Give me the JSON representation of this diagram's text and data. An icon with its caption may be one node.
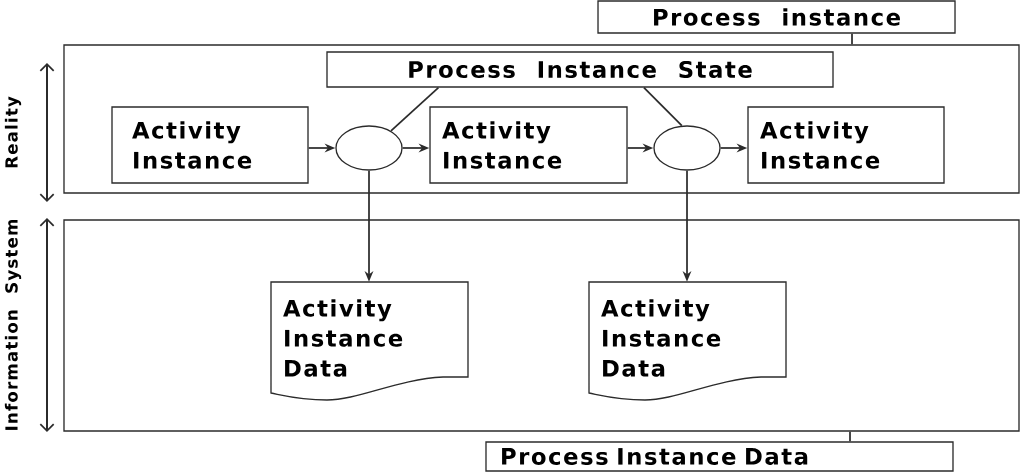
{
  "diagram": {
    "nodes": [
      {
        "text": [
          "Process instance"
        ]
      },
      {
        "text": [],
        "shape": "box",
        "beside": [
          "Reality"
        ]
      },
      {
        "text": [
          "Process Instance State"
        ],
        "in": 1
      },
      {
        "text": [
          "Activity Instance"
        ],
        "in": 1
      },
      {
        "text": [],
        "shape": "ellipse",
        "in": 1
      },
      {
        "text": [
          "Activity Instance"
        ],
        "in": 1
      },
      {
        "text": [],
        "shape": "ellipse",
        "in": 1
      },
      {
        "text": [
          "Activity Instance"
        ],
        "in": 1
      },
      {
        "text": [],
        "shape": "box",
        "beside": [
          "Information System"
        ]
      },
      {
        "text": [
          "Activity Instance Data"
        ],
        "in": 8
      },
      {
        "text": [
          "Activity Instance Data"
        ],
        "in": 8
      },
      {
        "text": [
          "Process Instance Data"
        ]
      }
    ],
    "edges": [
      {
        "from": 0,
        "to": 1,
        "arrow": "none"
      },
      {
        "from": 2,
        "to": 4,
        "arrow": "none"
      },
      {
        "from": 2,
        "to": 6,
        "arrow": "none"
      },
      {
        "from": 3,
        "to": 4,
        "arrow": "to"
      },
      {
        "from": 4,
        "to": 5,
        "arrow": "to"
      },
      {
        "from": 5,
        "to": 6,
        "arrow": "to"
      },
      {
        "from": 6,
        "to": 7,
        "arrow": "to"
      },
      {
        "from": 4,
        "to": 9,
        "arrow": "to"
      },
      {
        "from": 6,
        "to": 10,
        "arrow": "to"
      },
      {
        "from": 8,
        "to": 11,
        "arrow": "none"
      }
    ]
  }
}
